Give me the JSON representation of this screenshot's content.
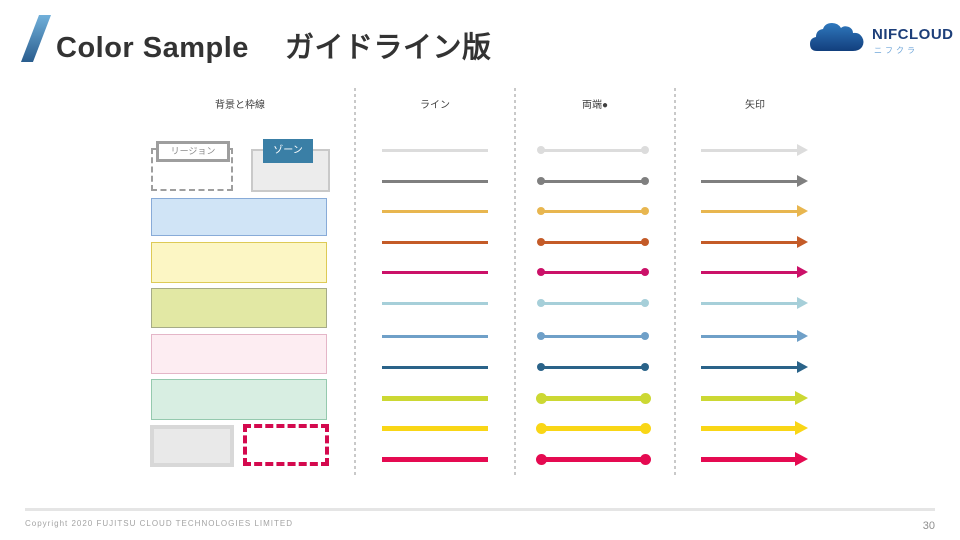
{
  "slide": {
    "title_en": "Color Sample",
    "title_ja": "ガイドライン版",
    "accent_slash_gradient": [
      "#71b0da",
      "#2a5d8e"
    ]
  },
  "logo": {
    "name": "NIFCLOUD",
    "subtitle": "ニフクラ",
    "name_color": "#1d3f7a",
    "subtitle_color": "#71a7d9",
    "cloud_gradient": [
      "#2f78bd",
      "#123f7d"
    ]
  },
  "column_headers": [
    {
      "label": "背景と枠線"
    },
    {
      "label": "ライン"
    },
    {
      "label": "両端●"
    },
    {
      "label": "矢印"
    }
  ],
  "background_samples": {
    "region": {
      "label": "リージョン",
      "border_color": "#9e9e9e",
      "text_color": "#8a8a8a"
    },
    "zone": {
      "label": "ゾーン",
      "label_bg": "#3a7fa6",
      "label_text_color": "#ffffff",
      "box_fill": "#ececec",
      "box_border": "#c9c9c9"
    },
    "boxes": [
      {
        "name": "light-blue",
        "fill": "#d0e4f6",
        "border": "#88abd8",
        "style": "solid"
      },
      {
        "name": "light-yellow",
        "fill": "#fcf6c4",
        "border": "#ddca56",
        "style": "solid"
      },
      {
        "name": "yellow-green",
        "fill": "#e2e8a4",
        "border": "#a6ab87",
        "style": "solid"
      },
      {
        "name": "light-pink",
        "fill": "#fdedf2",
        "border": "#e4b6c8",
        "style": "solid"
      },
      {
        "name": "mint-green",
        "fill": "#d8eee2",
        "border": "#95c9ae",
        "style": "solid"
      },
      {
        "name": "gray",
        "fill": "#e9e9e9",
        "border": "#d8d8d8",
        "style": "solid-thick"
      },
      {
        "name": "crimson-dashed",
        "fill": "#ffffff",
        "border": "#d4094e",
        "style": "dashed-thick"
      }
    ]
  },
  "line_samples": [
    {
      "name": "light-gray",
      "color": "#dcdcdc",
      "weight": "thin"
    },
    {
      "name": "gray",
      "color": "#7f7f7f",
      "weight": "thin"
    },
    {
      "name": "gold",
      "color": "#e8b64f",
      "weight": "thin"
    },
    {
      "name": "orange",
      "color": "#c45b28",
      "weight": "thin"
    },
    {
      "name": "magenta",
      "color": "#cb1168",
      "weight": "thin"
    },
    {
      "name": "pale-blue",
      "color": "#a6cfd9",
      "weight": "thin"
    },
    {
      "name": "steel-blue",
      "color": "#6fa0c8",
      "weight": "thin"
    },
    {
      "name": "dark-blue",
      "color": "#2a6389",
      "weight": "thin"
    },
    {
      "name": "lime",
      "color": "#ccd833",
      "weight": "thick"
    },
    {
      "name": "yellow",
      "color": "#f9d616",
      "weight": "thick"
    },
    {
      "name": "crimson",
      "color": "#e50a51",
      "weight": "thick"
    }
  ],
  "footer": {
    "copyright": "Copyright 2020 FUJITSU CLOUD TECHNOLOGIES LIMITED",
    "page_number": "30"
  }
}
